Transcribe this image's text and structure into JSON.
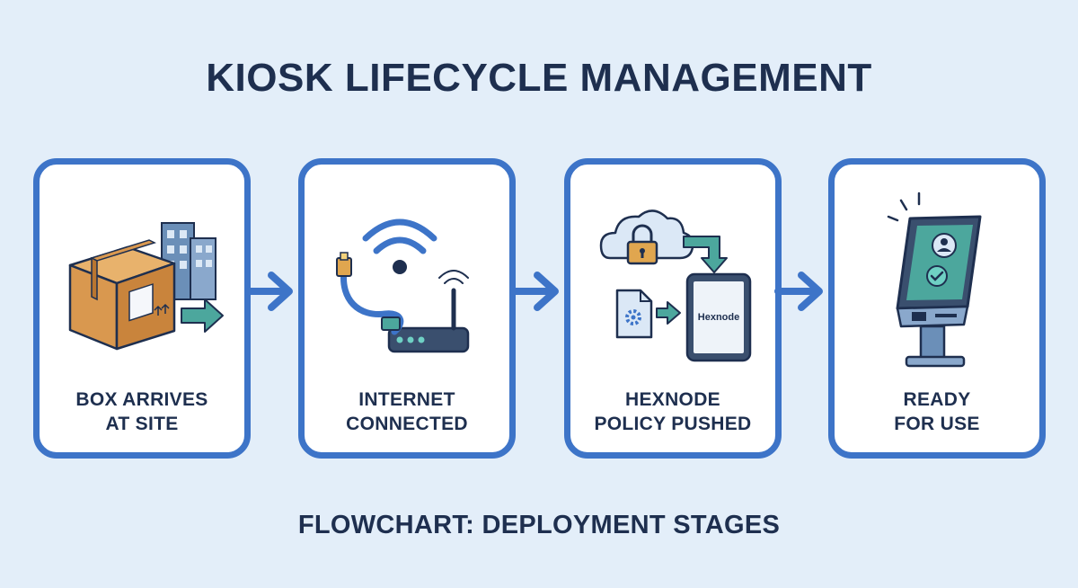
{
  "title": "KIOSK LIFECYCLE MANAGEMENT",
  "subtitle": "FLOWCHART: DEPLOYMENT STAGES",
  "colors": {
    "background": "#e3eef9",
    "card_border": "#3d74c8",
    "text": "#1e2f4f",
    "accent_teal": "#4ca79d",
    "box_orange": "#d9984f"
  },
  "stages": [
    {
      "line1": "BOX ARRIVES",
      "line2": "AT SITE",
      "icon": "package-box-icon"
    },
    {
      "line1": "INTERNET",
      "line2": "CONNECTED",
      "icon": "wifi-router-icon"
    },
    {
      "line1": "HEXNODE",
      "line2": "POLICY PUSHED",
      "icon": "cloud-lock-tablet-icon",
      "tablet_text": "Hexnode"
    },
    {
      "line1": "READY",
      "line2": "FOR USE",
      "icon": "kiosk-icon"
    }
  ]
}
